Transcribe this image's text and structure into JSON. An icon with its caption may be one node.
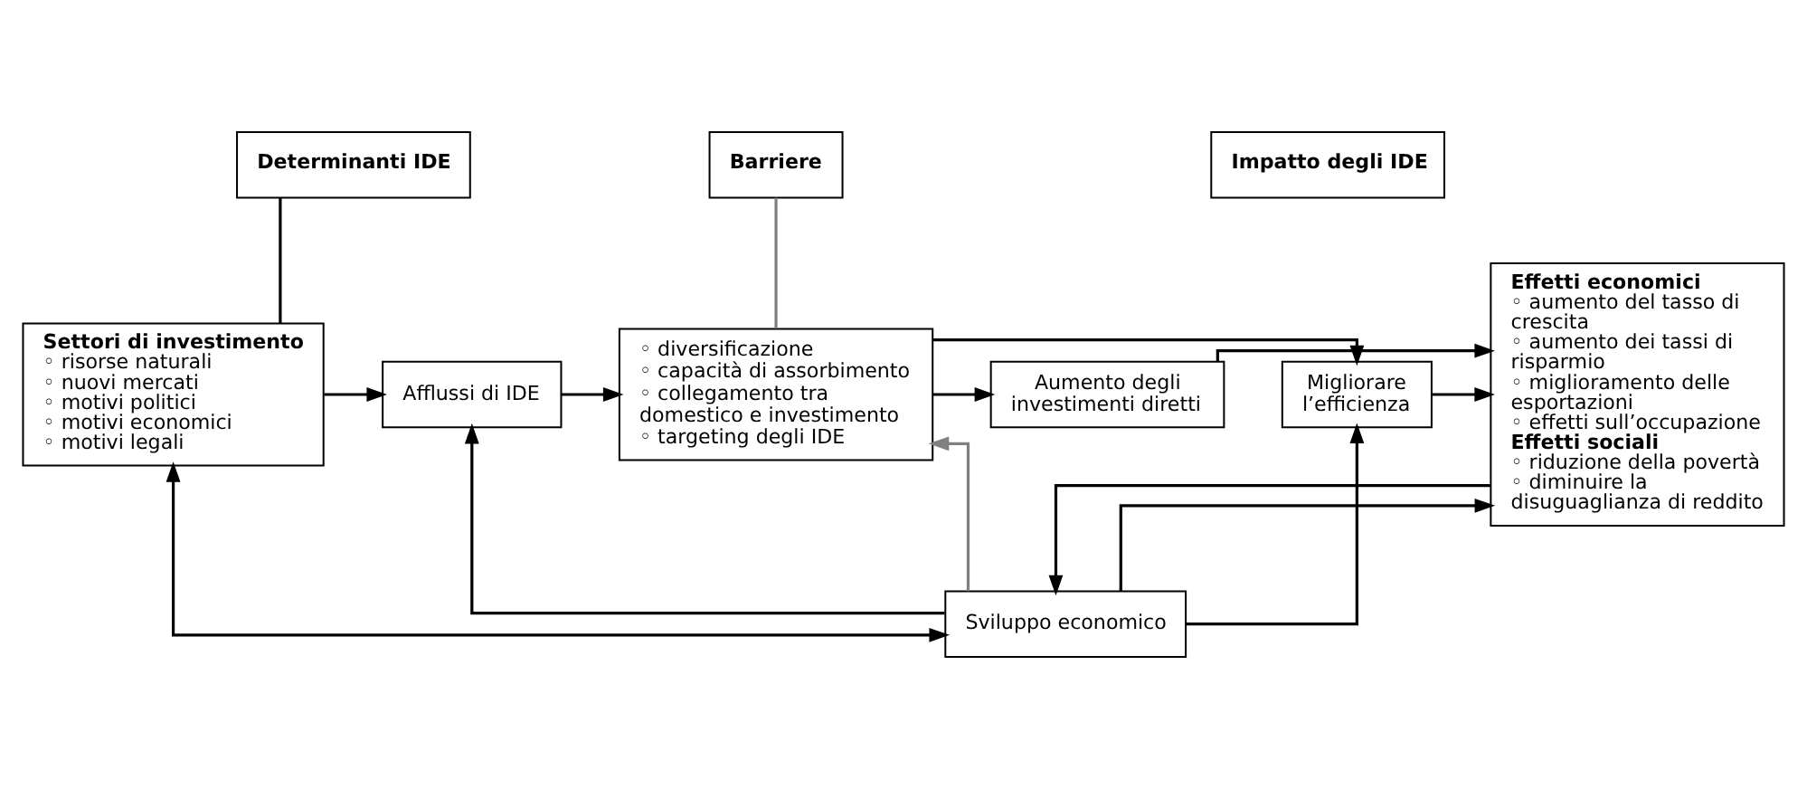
{
  "diagram": {
    "nodes": [
      {
        "text": [
          "Determinanti IDE"
        ]
      },
      {
        "text": [
          "Barriere"
        ]
      },
      {
        "text": [
          "Impatto degli IDE"
        ]
      },
      {
        "text": [
          "Settori di investimento",
          "◦ risorse naturali",
          "◦ nuovi mercati",
          "◦ motivi politici",
          "◦ motivi economici",
          "◦ motivi legali"
        ]
      },
      {
        "text": [
          "Afflussi di IDE"
        ]
      },
      {
        "text": [
          "◦ diversificazione",
          "◦ capacità di assorbimento",
          "◦ collegamento tra domestico e investimento",
          "◦ targeting degli IDE"
        ]
      },
      {
        "text": [
          "Aumento degli investimenti diretti"
        ]
      },
      {
        "text": [
          "Migliorare l’efficienza"
        ]
      },
      {
        "text": [
          "Effetti economici",
          "◦ aumento del tasso di crescita",
          "◦ aumento dei tassi di risparmio",
          "◦ miglioramento delle esportazioni",
          "◦ effetti sull’occupazione",
          "Effetti sociali",
          "◦ riduzione della povertà",
          "◦ diminuire la disuguaglianza di reddito"
        ]
      },
      {
        "text": [
          "Sviluppo economico"
        ]
      }
    ],
    "edges": [
      {
        "from": 0,
        "to": 3,
        "arrow": "none"
      },
      {
        "from": 1,
        "to": 5,
        "arrow": "none",
        "color": "#808080"
      },
      {
        "from": 3,
        "to": 4,
        "arrow": "to"
      },
      {
        "from": 4,
        "to": 5,
        "arrow": "to"
      },
      {
        "from": 5,
        "to": 6,
        "arrow": "to"
      },
      {
        "from": 5,
        "to": 7,
        "arrow": "to"
      },
      {
        "from": 6,
        "to": 8,
        "arrow": "to"
      },
      {
        "from": 7,
        "to": 8,
        "arrow": "to"
      },
      {
        "from": 9,
        "to": 4,
        "arrow": "to"
      },
      {
        "from": 9,
        "to": 5,
        "arrow": "to",
        "color": "#808080"
      },
      {
        "from": 9,
        "to": 7,
        "arrow": "to"
      },
      {
        "from": 3,
        "to": 9,
        "arrow": "both"
      },
      {
        "from": 9,
        "to": 8,
        "arrow": "to"
      },
      {
        "from": 8,
        "to": 9,
        "arrow": "to"
      }
    ]
  }
}
